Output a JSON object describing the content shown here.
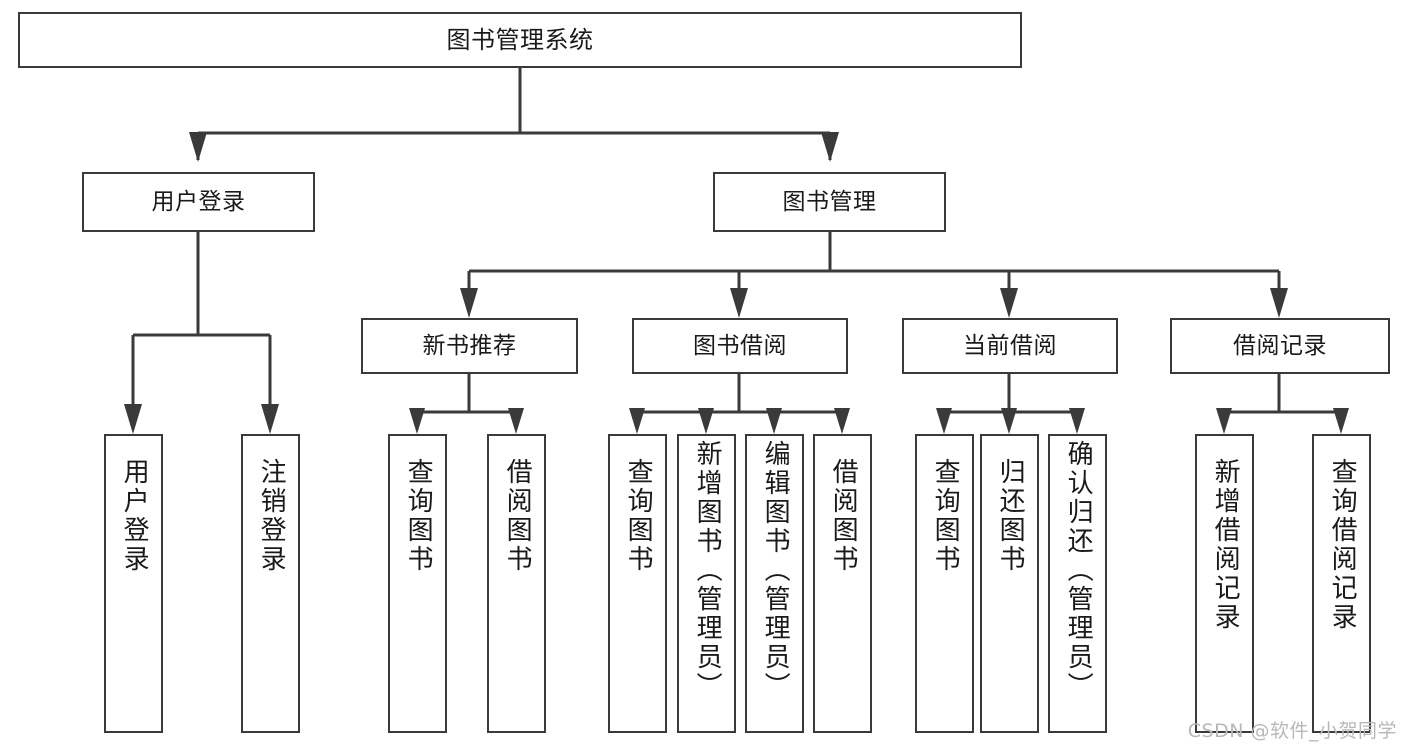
{
  "diagram": {
    "title": "图书管理系统",
    "type": "tree",
    "watermark": "CSDN @软件_小贺同学",
    "colors": {
      "background": "#ffffff",
      "box_border": "#3a3a3a",
      "box_fill": "#ffffff",
      "text": "#1a1a1a",
      "connector": "#3a3a3a",
      "watermark": "#b8b8b8"
    },
    "nodes": {
      "root": {
        "label": "图书管理系统"
      },
      "level2": [
        {
          "label": "用户登录"
        },
        {
          "label": "图书管理"
        }
      ],
      "level3": [
        {
          "label": "新书推荐"
        },
        {
          "label": "图书借阅"
        },
        {
          "label": "当前借阅"
        },
        {
          "label": "借阅记录"
        }
      ],
      "leaves_user_login": [
        {
          "label": "用户登录"
        },
        {
          "label": "注销登录"
        }
      ],
      "leaves_new_book": [
        {
          "label": "查询图书"
        },
        {
          "label": "借阅图书"
        }
      ],
      "leaves_borrow": [
        {
          "label": "查询图书"
        },
        {
          "label": "新增图书（管理员）"
        },
        {
          "label": "编辑图书（管理员）"
        },
        {
          "label": "借阅图书"
        }
      ],
      "leaves_current": [
        {
          "label": "查询图书"
        },
        {
          "label": "归还图书"
        },
        {
          "label": "确认归还（管理员）"
        }
      ],
      "leaves_records": [
        {
          "label": "新增借阅记录"
        },
        {
          "label": "查询借阅记录"
        }
      ]
    }
  }
}
